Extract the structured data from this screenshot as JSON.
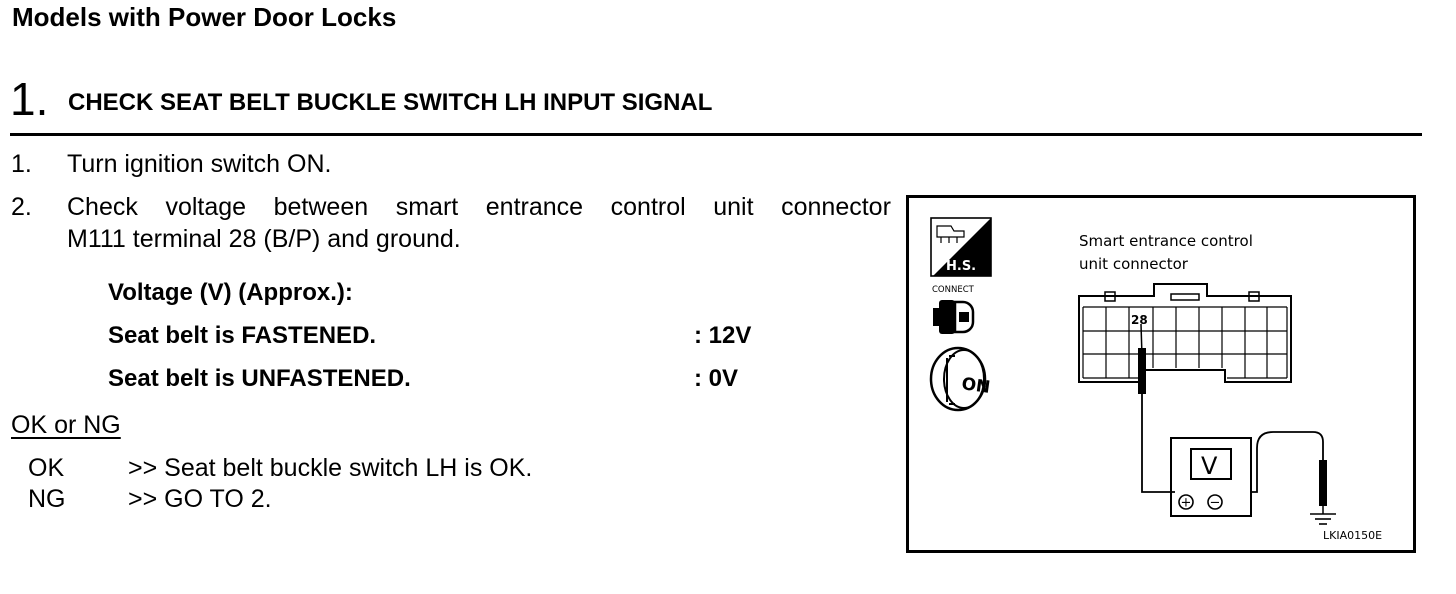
{
  "header": {
    "section_title": "Models with Power Door Locks"
  },
  "step": {
    "number": "1.",
    "title": "CHECK SEAT BELT BUCKLE SWITCH LH INPUT SIGNAL"
  },
  "instructions": [
    {
      "num": "1.",
      "text": "Turn ignition switch ON."
    },
    {
      "num": "2.",
      "line1_words": [
        "Check",
        "voltage",
        "between",
        "smart",
        "entrance",
        "control",
        "unit",
        "connector"
      ],
      "line2": "M111 terminal 28 (B/P) and ground."
    }
  ],
  "spec": {
    "heading": "Voltage (V) (Approx.):",
    "rows": [
      {
        "label": "Seat belt is FASTENED.",
        "value": ": 12V"
      },
      {
        "label": "Seat belt is UNFASTENED.",
        "value": ": 0V"
      }
    ]
  },
  "result": {
    "label": "OK or NG",
    "items": [
      {
        "key": "OK",
        "text": ">> Seat belt buckle switch LH is OK."
      },
      {
        "key": "NG",
        "text": ">> GO TO 2."
      }
    ]
  },
  "figure": {
    "connector_label_line1": "Smart entrance control",
    "connector_label_line2": "unit connector",
    "terminal": "28",
    "meter": "V",
    "hs_label": "H.S.",
    "connect_label": "CONNECT",
    "ignition_label": "ON",
    "plus": "+",
    "minus": "−",
    "code": "LKIA0150E",
    "icons": [
      "harness-icon",
      "connect-icon",
      "ignition-key-icon",
      "ground-icon"
    ]
  }
}
